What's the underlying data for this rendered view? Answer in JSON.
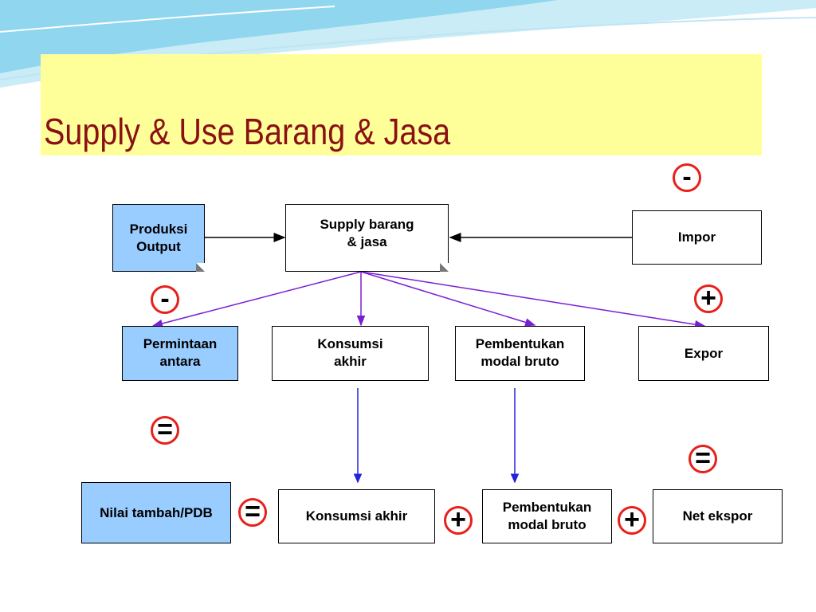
{
  "slide": {
    "title": "Supply & Use Barang & Jasa"
  },
  "colors": {
    "title_band": "#ffff99",
    "title_text": "#8b1014",
    "blue_box": "#99ccff",
    "operator_ring": "#e8201a",
    "arrow_purple": "#7a1ed4",
    "arrow_blue": "#2222dd"
  },
  "boxes": {
    "produksi": "Produksi\nOutput",
    "supply": "Supply barang\n& jasa",
    "impor": "Impor",
    "permintaan": "Permintaan\nantara",
    "konsumsi_top": "Konsumsi\nakhir",
    "pembentukan_top": "Pembentukan\nmodal bruto",
    "expor": "Expor",
    "nilai_tambah": "Nilai tambah/PDB",
    "konsumsi_bottom": "Konsumsi akhir",
    "pembentukan_bottom": "Pembentukan\nmodal bruto",
    "net_ekspor": "Net ekspor"
  },
  "operators": {
    "minus_impor": "-",
    "minus_permintaan": "-",
    "plus_expor": "+",
    "equals_left": "=",
    "equals_right": "=",
    "equals_bottom": "=",
    "plus_1": "+",
    "plus_2": "+"
  }
}
